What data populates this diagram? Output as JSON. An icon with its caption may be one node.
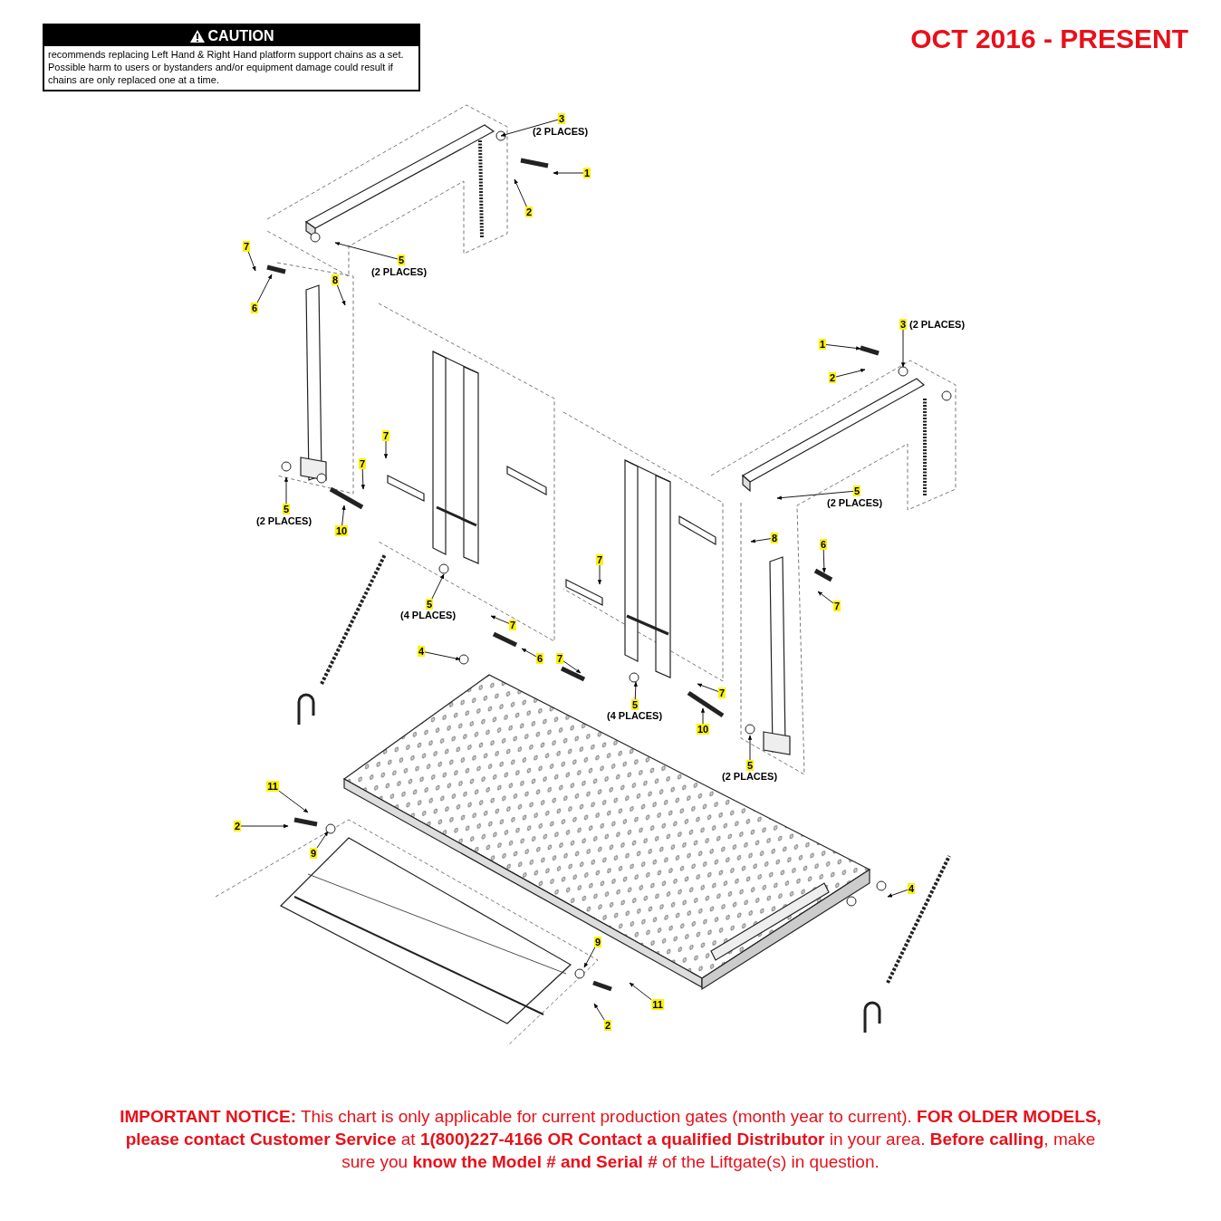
{
  "diagram": {
    "title": "OCT 2016 - PRESENT",
    "caption": "**IMPORTANT NOTICE:** This chart is only applicable for current production gates (month year to current). **FOR OLDER MODELS, please contact Customer Service** at **1(800)227-4166 OR Contact a qualified Distributor** in your area. **Before calling**, make sure you **know the Model # and Serial #** of the Liftgate(s) in question.",
    "nodes": [
      {
        "text": [
          "CAUTION",
          "recommends replacing Left Hand & Right Hand platform support chains as a set. Possible harm to users or bystanders and/or equipment damage could result if chains are only replaced one at a time."
        ]
      },
      {
        "text": [
          "3"
        ],
        "beside": [
          "(2 PLACES)"
        ]
      },
      {
        "text": [
          "1"
        ]
      },
      {
        "text": [
          "2"
        ]
      },
      {
        "text": [
          "5"
        ],
        "beside": [
          "(2 PLACES)"
        ]
      },
      {
        "text": [
          "7"
        ]
      },
      {
        "text": [
          "6"
        ]
      },
      {
        "text": [
          "8"
        ]
      },
      {
        "text": [
          "3"
        ],
        "beside": [
          "(2 PLACES)"
        ]
      },
      {
        "text": [
          "1"
        ]
      },
      {
        "text": [
          "2"
        ]
      },
      {
        "text": [
          "7"
        ]
      },
      {
        "text": [
          "7"
        ]
      },
      {
        "text": [
          "5"
        ],
        "beside": [
          "(2 PLACES)"
        ]
      },
      {
        "text": [
          "10"
        ]
      },
      {
        "text": [
          "5"
        ],
        "beside": [
          "(2 PLACES)"
        ]
      },
      {
        "text": [
          "8"
        ]
      },
      {
        "text": [
          "6"
        ]
      },
      {
        "text": [
          "7"
        ]
      },
      {
        "text": [
          "7"
        ]
      },
      {
        "text": [
          "5"
        ],
        "beside": [
          "(4 PLACES)"
        ]
      },
      {
        "text": [
          "4"
        ]
      },
      {
        "text": [
          "7"
        ]
      },
      {
        "text": [
          "6"
        ]
      },
      {
        "text": [
          "7"
        ]
      },
      {
        "text": [
          "5"
        ],
        "beside": [
          "(4 PLACES)"
        ]
      },
      {
        "text": [
          "7"
        ]
      },
      {
        "text": [
          "10"
        ]
      },
      {
        "text": [
          "5"
        ],
        "beside": [
          "(2 PLACES)"
        ]
      },
      {
        "text": [
          "11"
        ]
      },
      {
        "text": [
          "2"
        ]
      },
      {
        "text": [
          "9"
        ]
      },
      {
        "text": [
          "4"
        ]
      },
      {
        "text": [
          "9"
        ]
      },
      {
        "text": [
          "11"
        ]
      },
      {
        "text": [
          "2"
        ]
      }
    ],
    "edges": [
      {
        "from": 1,
        "to": null,
        "arrow": "to"
      },
      {
        "from": 2,
        "to": null,
        "arrow": "to"
      },
      {
        "from": 3,
        "to": null,
        "arrow": "to"
      },
      {
        "from": 4,
        "to": null,
        "arrow": "to"
      },
      {
        "from": 5,
        "to": null,
        "arrow": "to"
      },
      {
        "from": 6,
        "to": null,
        "arrow": "to"
      },
      {
        "from": 7,
        "to": null,
        "arrow": "to"
      },
      {
        "from": 8,
        "to": null,
        "arrow": "to"
      },
      {
        "from": 9,
        "to": null,
        "arrow": "to"
      },
      {
        "from": 10,
        "to": null,
        "arrow": "to"
      },
      {
        "from": 11,
        "to": null,
        "arrow": "to"
      },
      {
        "from": 12,
        "to": null,
        "arrow": "to"
      },
      {
        "from": 13,
        "to": null,
        "arrow": "to"
      },
      {
        "from": 14,
        "to": null,
        "arrow": "to"
      },
      {
        "from": 15,
        "to": null,
        "arrow": "to"
      },
      {
        "from": 16,
        "to": null,
        "arrow": "to"
      },
      {
        "from": 17,
        "to": null,
        "arrow": "to"
      },
      {
        "from": 18,
        "to": null,
        "arrow": "to"
      },
      {
        "from": 19,
        "to": null,
        "arrow": "to"
      },
      {
        "from": 20,
        "to": null,
        "arrow": "to"
      },
      {
        "from": 21,
        "to": null,
        "arrow": "to"
      },
      {
        "from": 22,
        "to": null,
        "arrow": "to"
      },
      {
        "from": 23,
        "to": null,
        "arrow": "to"
      },
      {
        "from": 24,
        "to": null,
        "arrow": "to"
      },
      {
        "from": 25,
        "to": null,
        "arrow": "to"
      },
      {
        "from": 26,
        "to": null,
        "arrow": "to"
      },
      {
        "from": 27,
        "to": null,
        "arrow": "to"
      },
      {
        "from": 28,
        "to": null,
        "arrow": "to"
      },
      {
        "from": 29,
        "to": null,
        "arrow": "to"
      },
      {
        "from": 30,
        "to": null,
        "arrow": "to"
      },
      {
        "from": 31,
        "to": null,
        "arrow": "to"
      },
      {
        "from": 32,
        "to": null,
        "arrow": "to"
      },
      {
        "from": 33,
        "to": null,
        "arrow": "to"
      },
      {
        "from": 34,
        "to": null,
        "arrow": "to"
      },
      {
        "from": 35,
        "to": null,
        "arrow": "to"
      }
    ]
  }
}
